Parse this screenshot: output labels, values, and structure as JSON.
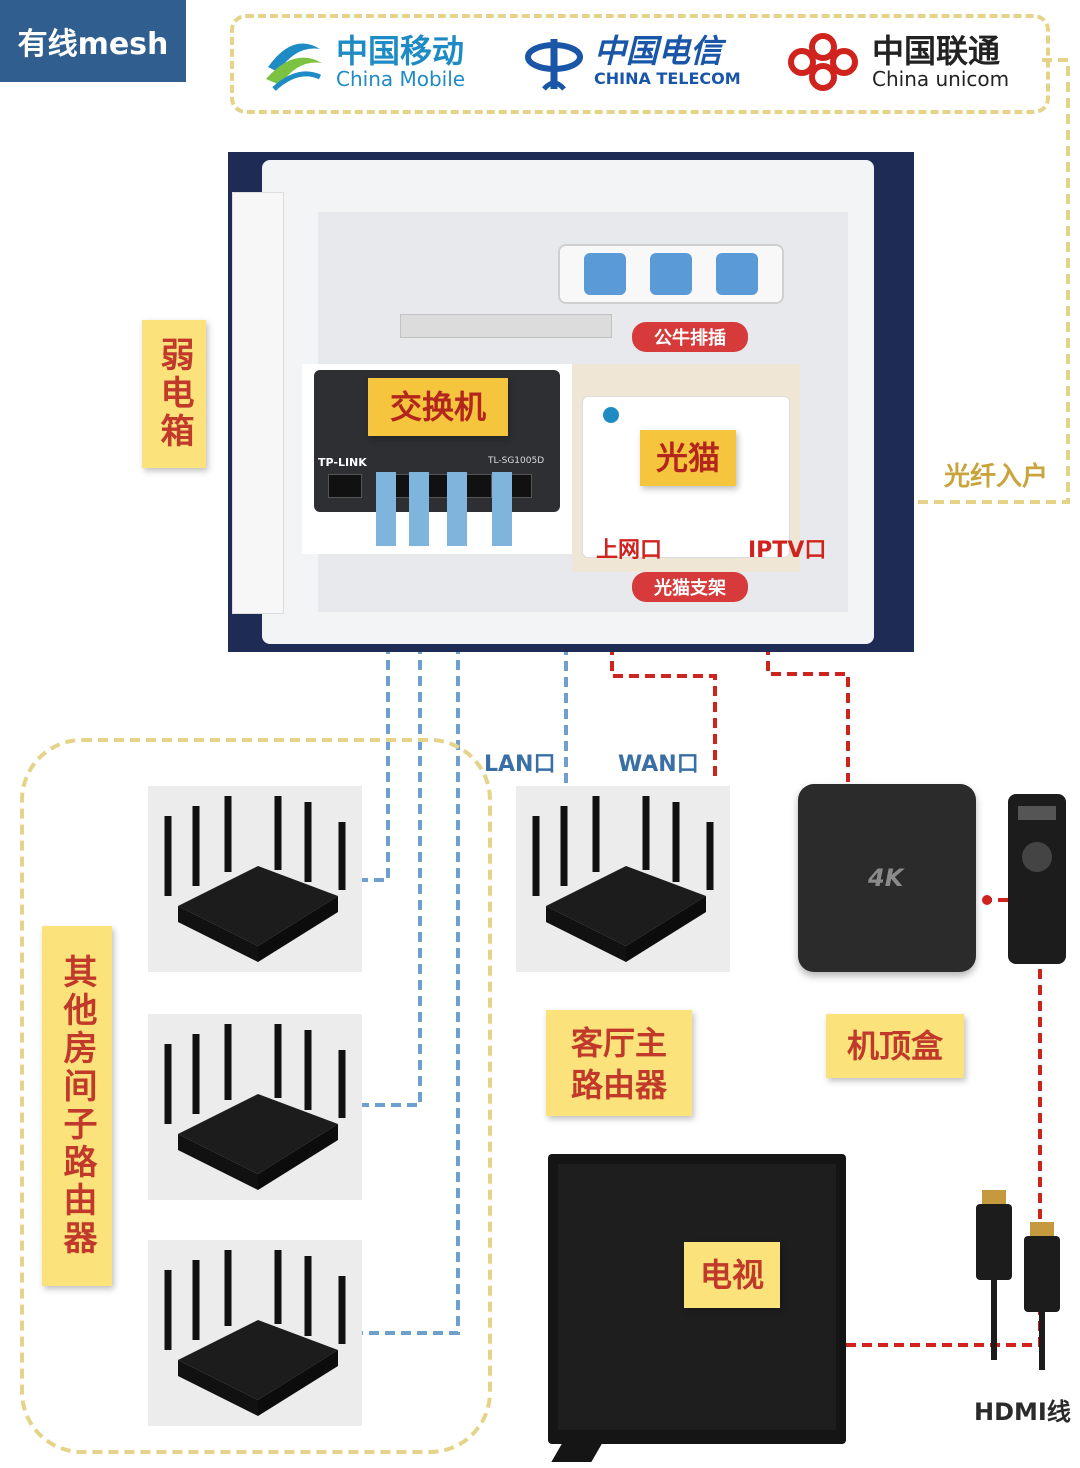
{
  "header": {
    "title": "有线mesh"
  },
  "isps": [
    {
      "zh": "中国移动",
      "en": "China Mobile",
      "color": "#1f8bc4"
    },
    {
      "zh": "中国电信",
      "en": "CHINA TELECOM",
      "color": "#1a56a8"
    },
    {
      "zh": "中国联通",
      "en": "China unicom",
      "color": "#d0231e"
    }
  ],
  "cabinet": {
    "label": "弱电箱",
    "switch": {
      "label": "交换机",
      "brand": "TP-LINK",
      "model": "TL-SG1005D"
    },
    "modem": {
      "label": "光猫",
      "internet_port": "上网口",
      "iptv_port": "IPTV口"
    },
    "power_strip": "公牛排插",
    "modem_stand": "光猫支架",
    "fiber_label": "光纤入户"
  },
  "ports": {
    "lan": "LAN口",
    "wan": "WAN口"
  },
  "devices": {
    "sub_routers_label": "其他房间子路由器",
    "main_router_label": "客厅主路由器",
    "settop_label": "机顶盒",
    "settop_badge": "4K",
    "tv_label": "电视",
    "hdmi_label": "HDMI线"
  },
  "colors": {
    "title_bg": "#2f5e8f",
    "label_bg": "#fbe27a",
    "label_text": "#c0392b",
    "blue_line": "#6d9fcf",
    "red_line": "#d0231e",
    "dashed_border": "#e5d38a"
  }
}
